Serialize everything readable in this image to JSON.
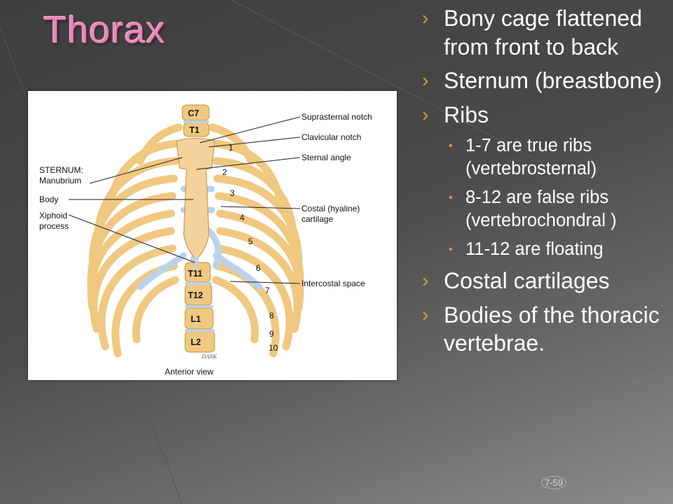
{
  "slide": {
    "title": "Thorax",
    "page_number": "7-59",
    "bullet_marker": "›",
    "sub_marker": "•",
    "colors": {
      "title": "#e889b8",
      "marker": "#d6a03a",
      "bone": "#f0c880",
      "cartilage": "#b9d3ec"
    }
  },
  "bullets": [
    {
      "text": "Bony cage flattened from front to back"
    },
    {
      "text": "Sternum (breastbone)"
    },
    {
      "text": "Ribs"
    },
    {
      "text": "Costal cartilages"
    },
    {
      "text": "Bodies of the thoracic vertebrae."
    }
  ],
  "sub_bullets": [
    {
      "text": "1-7 are true ribs (vertebrosternal)"
    },
    {
      "text": "8-12 are false ribs (vertebrochondral )"
    },
    {
      "text": "11-12 are floating"
    }
  ],
  "figure": {
    "labels": {
      "suprasternal_notch": "Suprasternal notch",
      "clavicular_notch": "Clavicular notch",
      "sternal_angle": "Sternal angle",
      "costal_cartilage_1": "Costal (hyaline)",
      "costal_cartilage_2": "cartilage",
      "intercostal_space": "Intercostal space",
      "sternum_heading": "STERNUM:",
      "manubrium": "Manubrium",
      "body": "Body",
      "xiphoid_1": "Xiphoid",
      "xiphoid_2": "process",
      "view": "Anterior view",
      "signature": "DANK"
    },
    "vertebrae": [
      "C7",
      "T1",
      "T11",
      "T12",
      "L1",
      "L2"
    ],
    "rib_numbers": [
      "1",
      "2",
      "3",
      "4",
      "5",
      "6",
      "7",
      "8",
      "9",
      "10"
    ]
  }
}
